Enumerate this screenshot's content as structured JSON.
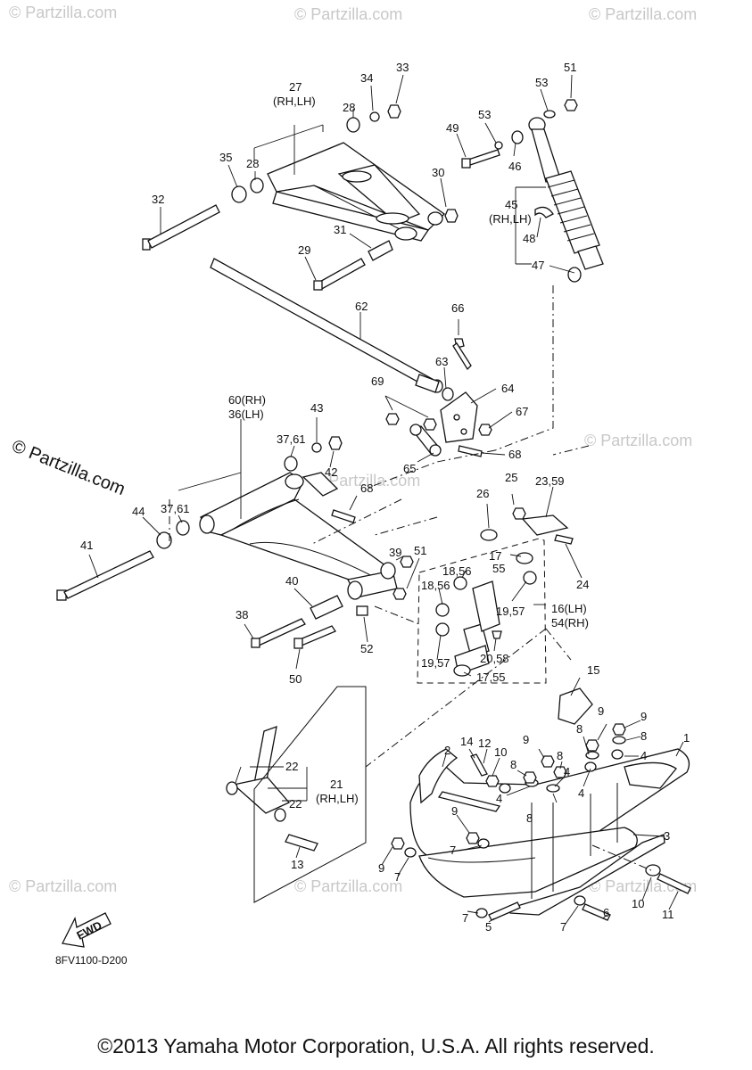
{
  "watermarks": {
    "light": "© Partzilla.com",
    "bold": "© Partzilla.com"
  },
  "callouts": {
    "p1": "1",
    "p2": "2",
    "p3": "3",
    "p4a": "4",
    "p4b": "4",
    "p4c": "4",
    "p4d": "4",
    "p5": "5",
    "p6": "6",
    "p7a": "7",
    "p7b": "7",
    "p7c": "7",
    "p7d": "7",
    "p8a": "8",
    "p8b": "8",
    "p8c": "8",
    "p8d": "8",
    "p8e": "8",
    "p9a": "9",
    "p9b": "9",
    "p9c": "9",
    "p9d": "9",
    "p9e": "9",
    "p10a": "10",
    "p10b": "10",
    "p11": "11",
    "p12": "12",
    "p13": "13",
    "p14": "14",
    "p15": "15",
    "p16": "16(LH)",
    "p54": "54(RH)",
    "p17a": "17",
    "p17b": "17,55",
    "p1856a": "18,56",
    "p1856b": "18,56",
    "p1957a": "19,57",
    "p1957b": "19,57",
    "p2058": "20,58",
    "p21": "21",
    "p21sub": "(RH,LH)",
    "p22a": "22",
    "p22b": "22",
    "p2359": "23,59",
    "p24": "24",
    "p25": "25",
    "p26": "26",
    "p27": "27",
    "p27sub": "(RH,LH)",
    "p28a": "28",
    "p28b": "28",
    "p29": "29",
    "p30": "30",
    "p31": "31",
    "p32": "32",
    "p33": "33",
    "p34": "34",
    "p35": "35",
    "p60": "60(RH)",
    "p36": "36(LH)",
    "p3761a": "37,61",
    "p3761b": "37,61",
    "p38": "38",
    "p39": "39",
    "p40": "40",
    "p41": "41",
    "p42": "42",
    "p43": "43",
    "p44": "44",
    "p45": "45",
    "p45sub": "(RH,LH)",
    "p46": "46",
    "p47": "47",
    "p48": "48",
    "p49": "49",
    "p50": "50",
    "p51a": "51",
    "p51b": "51",
    "p52": "52",
    "p53a": "53",
    "p53b": "53",
    "p55": "55",
    "p62": "62",
    "p63": "63",
    "p64": "64",
    "p65": "65",
    "p66": "66",
    "p67": "67",
    "p68a": "68",
    "p68b": "68",
    "p69": "69"
  },
  "fwd_label": "FWD",
  "drawing_code": "8FV1100-D200",
  "copyright": "©2013 Yamaha Motor Corporation, U.S.A. All rights reserved."
}
